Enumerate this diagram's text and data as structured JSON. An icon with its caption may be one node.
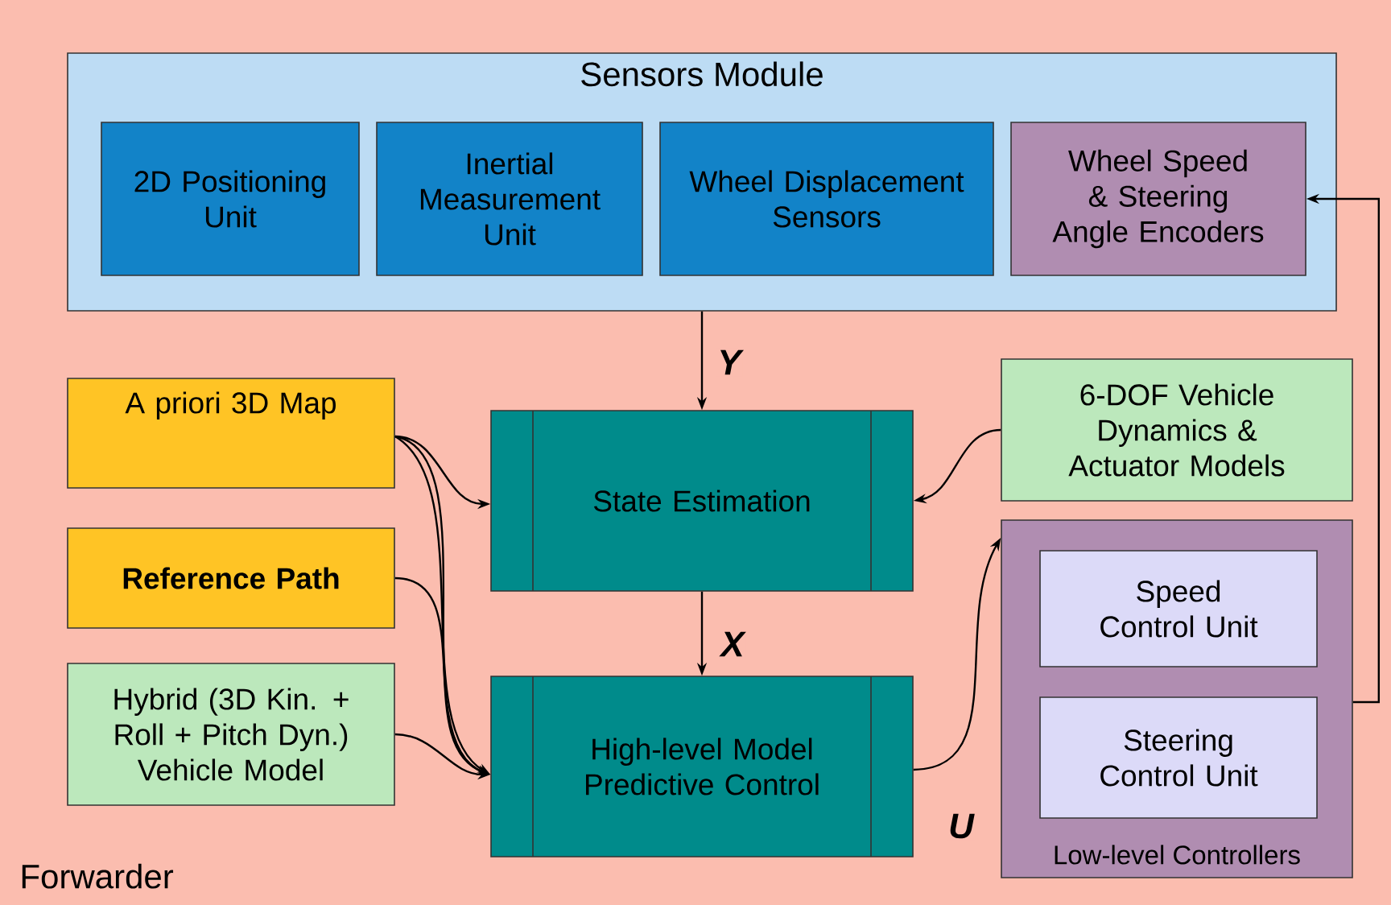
{
  "diagram": {
    "nodes": [
      {
        "text": [
          "Forwarder"
        ]
      },
      {
        "text": [
          "Sensors Module"
        ],
        "in": 0
      },
      {
        "text": [
          "2D Positioning Unit"
        ],
        "in": 1
      },
      {
        "text": [
          "Inertial Measurement Unit"
        ],
        "in": 1
      },
      {
        "text": [
          "Wheel Displacement Sensors"
        ],
        "in": 1
      },
      {
        "text": [
          "Wheel Speed & Steering Angle Encoders"
        ],
        "in": 1
      },
      {
        "text": [
          "A priori 3D Map"
        ],
        "in": 0
      },
      {
        "text": [
          "Reference Path"
        ],
        "in": 0
      },
      {
        "text": [
          "Hybrid (3D Kin. + Roll + Pitch Dyn.) Vehicle Model"
        ],
        "in": 0
      },
      {
        "text": [
          "State Estimation"
        ],
        "in": 0
      },
      {
        "text": [
          "6-DOF Vehicle Dynamics & Actuator Models"
        ],
        "in": 0
      },
      {
        "text": [
          "High-level Model Predictive Control"
        ],
        "in": 0
      },
      {
        "text": [
          "Low-level Controllers"
        ],
        "in": 0
      },
      {
        "text": [
          "Speed Control Unit"
        ],
        "in": 12
      },
      {
        "text": [
          "Steering Control Unit"
        ],
        "in": 12
      }
    ],
    "edges": [
      {
        "from": 1,
        "to": 9,
        "arrow": "to",
        "label": "Y"
      },
      {
        "from": 6,
        "to": 9,
        "arrow": "to"
      },
      {
        "from": 6,
        "to": 11,
        "arrow": "to"
      },
      {
        "from": 6,
        "to": 11,
        "arrow": "to"
      },
      {
        "from": 7,
        "to": 11,
        "arrow": "to"
      },
      {
        "from": 8,
        "to": 11,
        "arrow": "to"
      },
      {
        "from": 10,
        "to": 9,
        "arrow": "to"
      },
      {
        "from": 9,
        "to": 11,
        "arrow": "to",
        "label": "X"
      },
      {
        "from": 11,
        "to": 12,
        "arrow": "to",
        "label": "U"
      },
      {
        "from": 12,
        "to": 5,
        "arrow": "to"
      }
    ]
  }
}
